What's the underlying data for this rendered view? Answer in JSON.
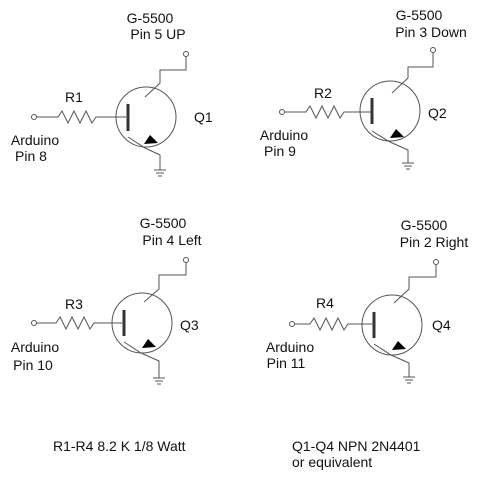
{
  "colors": {
    "line": "#555555",
    "text": "#111111",
    "background": "#ffffff"
  },
  "circuits": [
    {
      "transistor_label": "Q1",
      "resistor_label": "R1",
      "collector_label_line1": "G-5500",
      "collector_label_line2": "Pin 5 UP",
      "input_label_line1": "Arduino",
      "input_label_line2": "Pin 8"
    },
    {
      "transistor_label": "Q2",
      "resistor_label": "R2",
      "collector_label_line1": "G-5500",
      "collector_label_line2": "Pin 3 Down",
      "input_label_line1": "Arduino",
      "input_label_line2": "Pin 9"
    },
    {
      "transistor_label": "Q3",
      "resistor_label": "R3",
      "collector_label_line1": "G-5500",
      "collector_label_line2": "Pin 4 Left",
      "input_label_line1": "Arduino",
      "input_label_line2": "Pin 10"
    },
    {
      "transistor_label": "Q4",
      "resistor_label": "R4",
      "collector_label_line1": "G-5500",
      "collector_label_line2": "Pin 2 Right",
      "input_label_line1": "Arduino",
      "input_label_line2": "Pin 11"
    }
  ],
  "notes": {
    "resistors": "R1-R4  8.2 K 1/8 Watt",
    "transistors_line1": "Q1-Q4 NPN 2N4401",
    "transistors_line2": "or equivalent"
  }
}
